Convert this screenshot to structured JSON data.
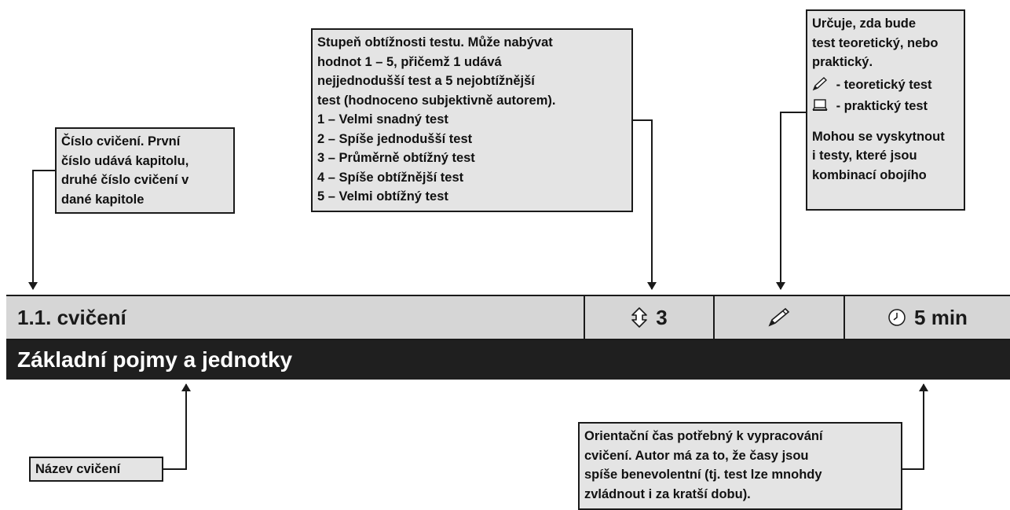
{
  "callouts": {
    "exercise_number": {
      "lines": [
        "Číslo cvičení. První",
        "číslo udává  kapitolu,",
        "druhé číslo cvičení v",
        "dané kapitole"
      ]
    },
    "difficulty": {
      "lines": [
        "Stupeň obtížnosti testu. Může nabývat",
        "hodnot 1 – 5, přičemž 1 udává",
        "nejjednodušší test a 5 nejobtížnější",
        "test (hodnoceno subjektivně autorem).",
        "1 – Velmi snadný test",
        "2 – Spíše jednodušší test",
        "3 – Průměrně obtížný test",
        "4 – Spíše obtížnější test",
        "5 – Velmi obtížný test"
      ]
    },
    "test_type": {
      "lines": [
        "Určuje, zda bude",
        "test teoretický, nebo",
        "praktický."
      ],
      "theoretical": " - teoretický test",
      "practical": " - praktický test",
      "note_lines": [
        "Mohou se vyskytnout",
        "i testy, které jsou",
        "kombinací obojího"
      ],
      "theoretical_icon": "pencil-icon",
      "practical_icon": "laptop-icon"
    },
    "exercise_name": {
      "text": "Název cvičení"
    },
    "time": {
      "lines": [
        "Orientační čas potřebný k vypracování",
        "cvičení. Autor má za to, že časy jsou",
        "spíše benevolentní (tj. test lze mnohdy",
        "zvládnout i za kratší dobu)."
      ]
    }
  },
  "header": {
    "exercise_label": "1.1. cvičení",
    "difficulty_value": "3",
    "difficulty_icon": "updown-arrow-icon",
    "type_icon": "pencil-icon",
    "time_value": "5 min",
    "time_icon": "clock-icon"
  },
  "title": "Základní pojmy a jednotky",
  "colors": {
    "callout_bg": "#e4e4e4",
    "header_bg": "#d6d6d6",
    "title_bg": "#1f1f1f",
    "line": "#1a1a1a"
  }
}
